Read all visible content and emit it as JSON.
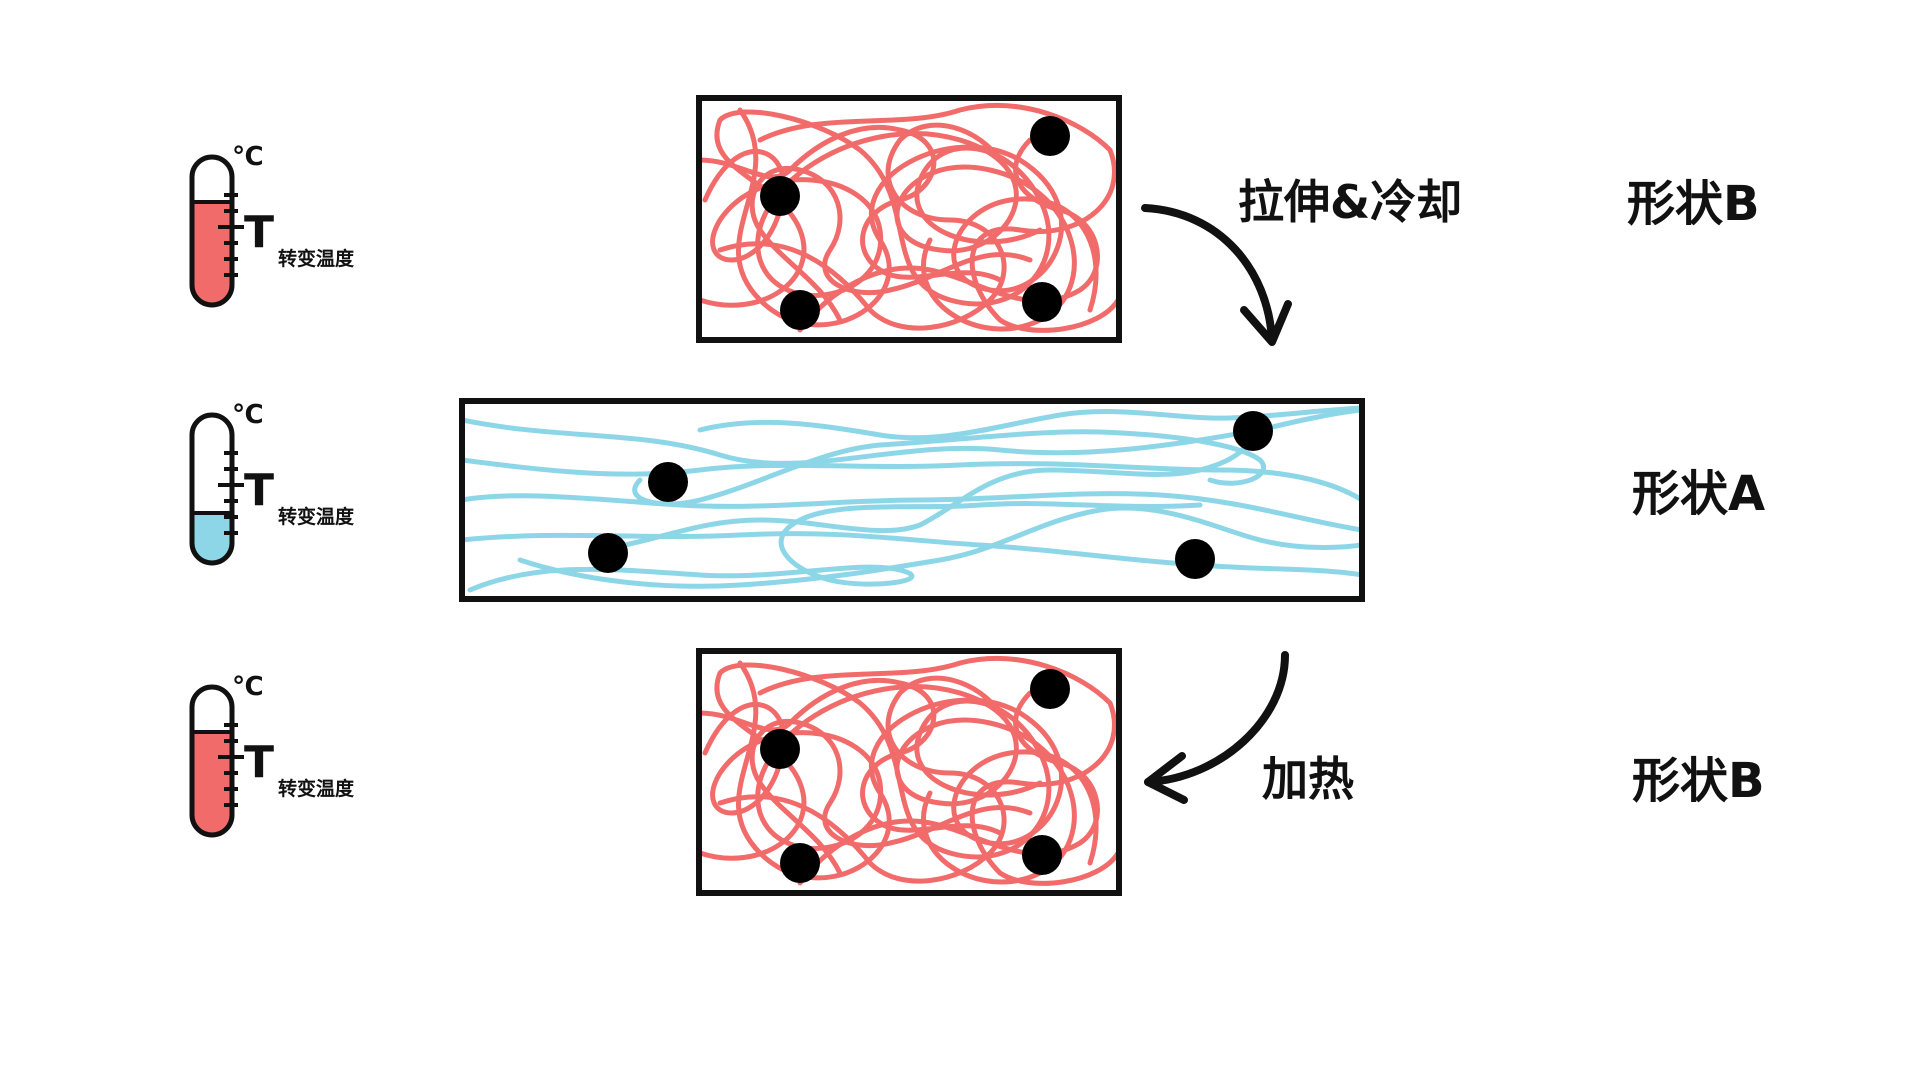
{
  "unit": "℃",
  "transition_main": "T",
  "transition_sub": "转变温度",
  "colors": {
    "hot": "#f26b6b",
    "cold": "#8dd6e8",
    "ink": "#111111",
    "crosslink": "#000000"
  },
  "thermometers": [
    {
      "state": "hot",
      "fill_level": 0.7
    },
    {
      "state": "cold",
      "fill_level": 0.35
    },
    {
      "state": "hot",
      "fill_level": 0.7
    }
  ],
  "process_labels": {
    "stretch_cool": "拉伸&冷却",
    "heat": "加热"
  },
  "shape_labels": {
    "top": "形状B",
    "middle": "形状A",
    "bottom": "形状B"
  }
}
